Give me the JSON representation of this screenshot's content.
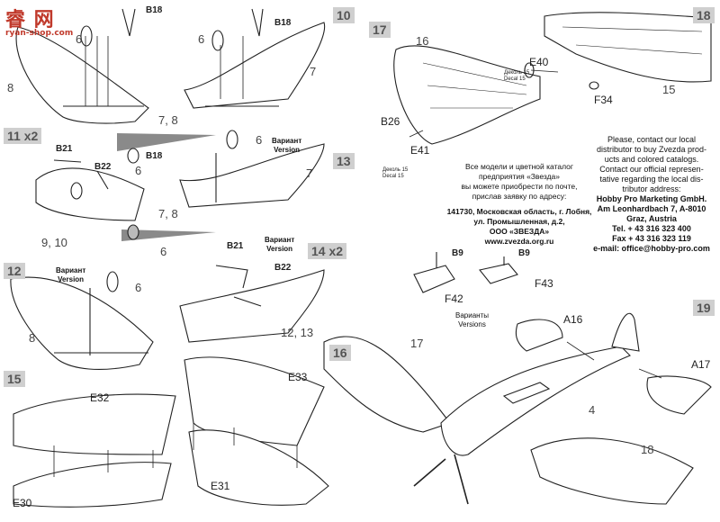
{
  "watermark": {
    "main": "睿 网",
    "url": "ryan-shop.com"
  },
  "steps": [
    "10",
    "11 x2",
    "12",
    "13",
    "14 x2",
    "15",
    "16",
    "17",
    "18",
    "19"
  ],
  "parts": {
    "p8a": "8",
    "b18a": "B18",
    "p6a": "6",
    "p6b": "6",
    "b18b": "B18",
    "p7a": "7",
    "p78a": "7, 8",
    "b21a": "B21",
    "b22a": "B22",
    "p910": "9, 10",
    "b18c": "B18",
    "p6c": "6",
    "p6d": "6",
    "p7b": "7",
    "p78b": "7, 8",
    "p6e": "6",
    "p6f": "6",
    "p8b": "8",
    "b21b": "B21",
    "b22b": "B22",
    "p1213": "12, 13",
    "e32": "E32",
    "e30": "E30",
    "e33": "E33",
    "e31": "E31",
    "p16": "16",
    "e40": "E40",
    "p15": "15",
    "f34": "F34",
    "b26": "B26",
    "e41": "E41",
    "b9a": "B9",
    "b9b": "B9",
    "f42": "F42",
    "f43": "F43",
    "a16": "A16",
    "a17": "A17",
    "p4": "4",
    "p17": "17",
    "p18": "18"
  },
  "variant": {
    "ru": "Вариант",
    "en": "Version"
  },
  "variants_plural": {
    "ru": "Варианты",
    "en": "Versions"
  },
  "decal_ru": "Деколь 15",
  "decal_en": "Decal 15",
  "russian_text": {
    "line1": "Все модели и цветной каталог",
    "line2": "предприятия «Звезда»",
    "line3": "вы можете приобрести по почте,",
    "line4": "прислав заявку по адресу:",
    "addr1": "141730, Московская область, г. Лобня,",
    "addr2": "ул. Промышленная, д.2,",
    "addr3": "ООО «ЗВЕЗДА»",
    "addr4": "www.zvezda.org.ru"
  },
  "english_text": {
    "l1": "Please, contact our local",
    "l2": "distributor to buy Zvezda prod-",
    "l3": "ucts and colored catalogs.",
    "l4": "Contact our official represen-",
    "l5": "tative regarding the local dis-",
    "l6": "tributor address:",
    "c1": "Hobby Pro Marketing GmbH.",
    "c2": "Am Leonhardbach 7, A-8010",
    "c3": "Graz, Austria",
    "c4": "Tel. + 43 316 323 400",
    "c5": "Fax + 43 316 323 119",
    "c6": "e-mail: office@hobby-pro.com"
  }
}
